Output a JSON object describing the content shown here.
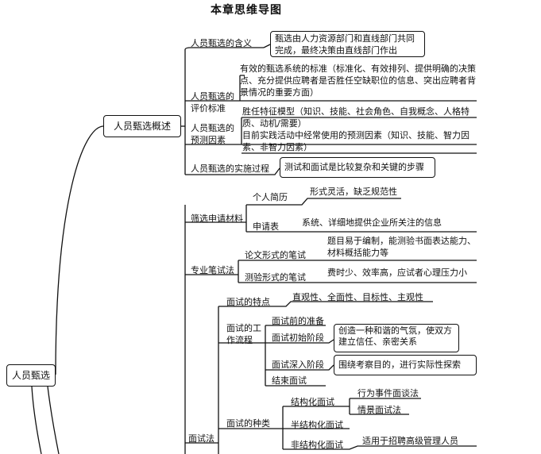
{
  "title": "本章思维导图",
  "root": "人员甄选",
  "overview": {
    "label": "人员甄选概述",
    "meaning": {
      "label": "人员甄选的含义",
      "text": "甄选由人力资源部门和直线部门共同完成，最终决策由直线部门作出"
    },
    "evaluation": {
      "label": "人员甄选的评价标准",
      "text": "有效的甄选系统的标准（标准化、有效排列、提供明确的决策点、充分提供应聘者是否胜任空缺职位的信息、突出应聘者背景情况的重要方面）"
    },
    "predictors": {
      "label": "人员甄选的预测因素",
      "competency": "胜任特征模型（知识、技能、社会角色、自我概念、人格特质、动机/需要）",
      "current": "目前实践活动中经常使用的预测因素（知识、技能、智力因素、非智力因素）"
    },
    "process": {
      "label": "人员甄选的实施过程",
      "text": "测试和面试是比较复杂和关键的步骤"
    }
  },
  "screening": {
    "label": "筛选申请材料",
    "resume": {
      "label": "个人简历",
      "text": "形式灵活，缺乏规范性"
    },
    "form": {
      "label": "申请表",
      "text": "系统、详细地提供企业所关注的信息"
    }
  },
  "written": {
    "label": "专业笔试法",
    "essay": {
      "label": "论文形式的笔试",
      "text": "题目易于编制，能测验书面表达能力、材料概括能力等"
    },
    "test": {
      "label": "测验形式的笔试",
      "text": "费时少、效率高，应试者心理压力小"
    }
  },
  "interview": {
    "label": "面试法",
    "features": {
      "label": "面试的特点",
      "text": "直观性、全面性、目标性、主观性"
    },
    "workflow": {
      "label": "面试的工作流程",
      "prep": "面试前的准备",
      "start": {
        "label": "面试初始阶段",
        "text": "创造一种和谐的气氛，使双方建立信任、亲密关系"
      },
      "deep": {
        "label": "面试深入阶段",
        "text": "围绕考察目的，进行实际性探索"
      },
      "end": "结束面试"
    },
    "types": {
      "label": "面试的种类",
      "structured": {
        "label": "结构化面试",
        "items": [
          "行为事件面谈法",
          "情景面试法"
        ]
      },
      "semi": {
        "label": "半结构化面试"
      },
      "unstructured": {
        "label": "非结构化面试",
        "text": "适用于招聘高级管理人员"
      }
    }
  }
}
